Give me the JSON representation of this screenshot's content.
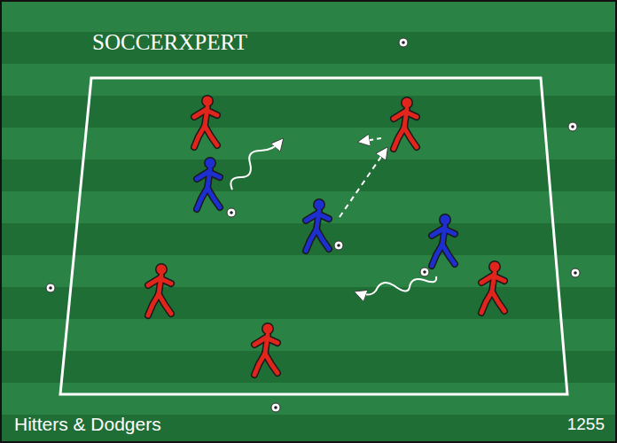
{
  "diagram": {
    "title": "Hitters & Dodgers",
    "labels": [
      "SOCCERXPERT",
      "1255"
    ]
  }
}
